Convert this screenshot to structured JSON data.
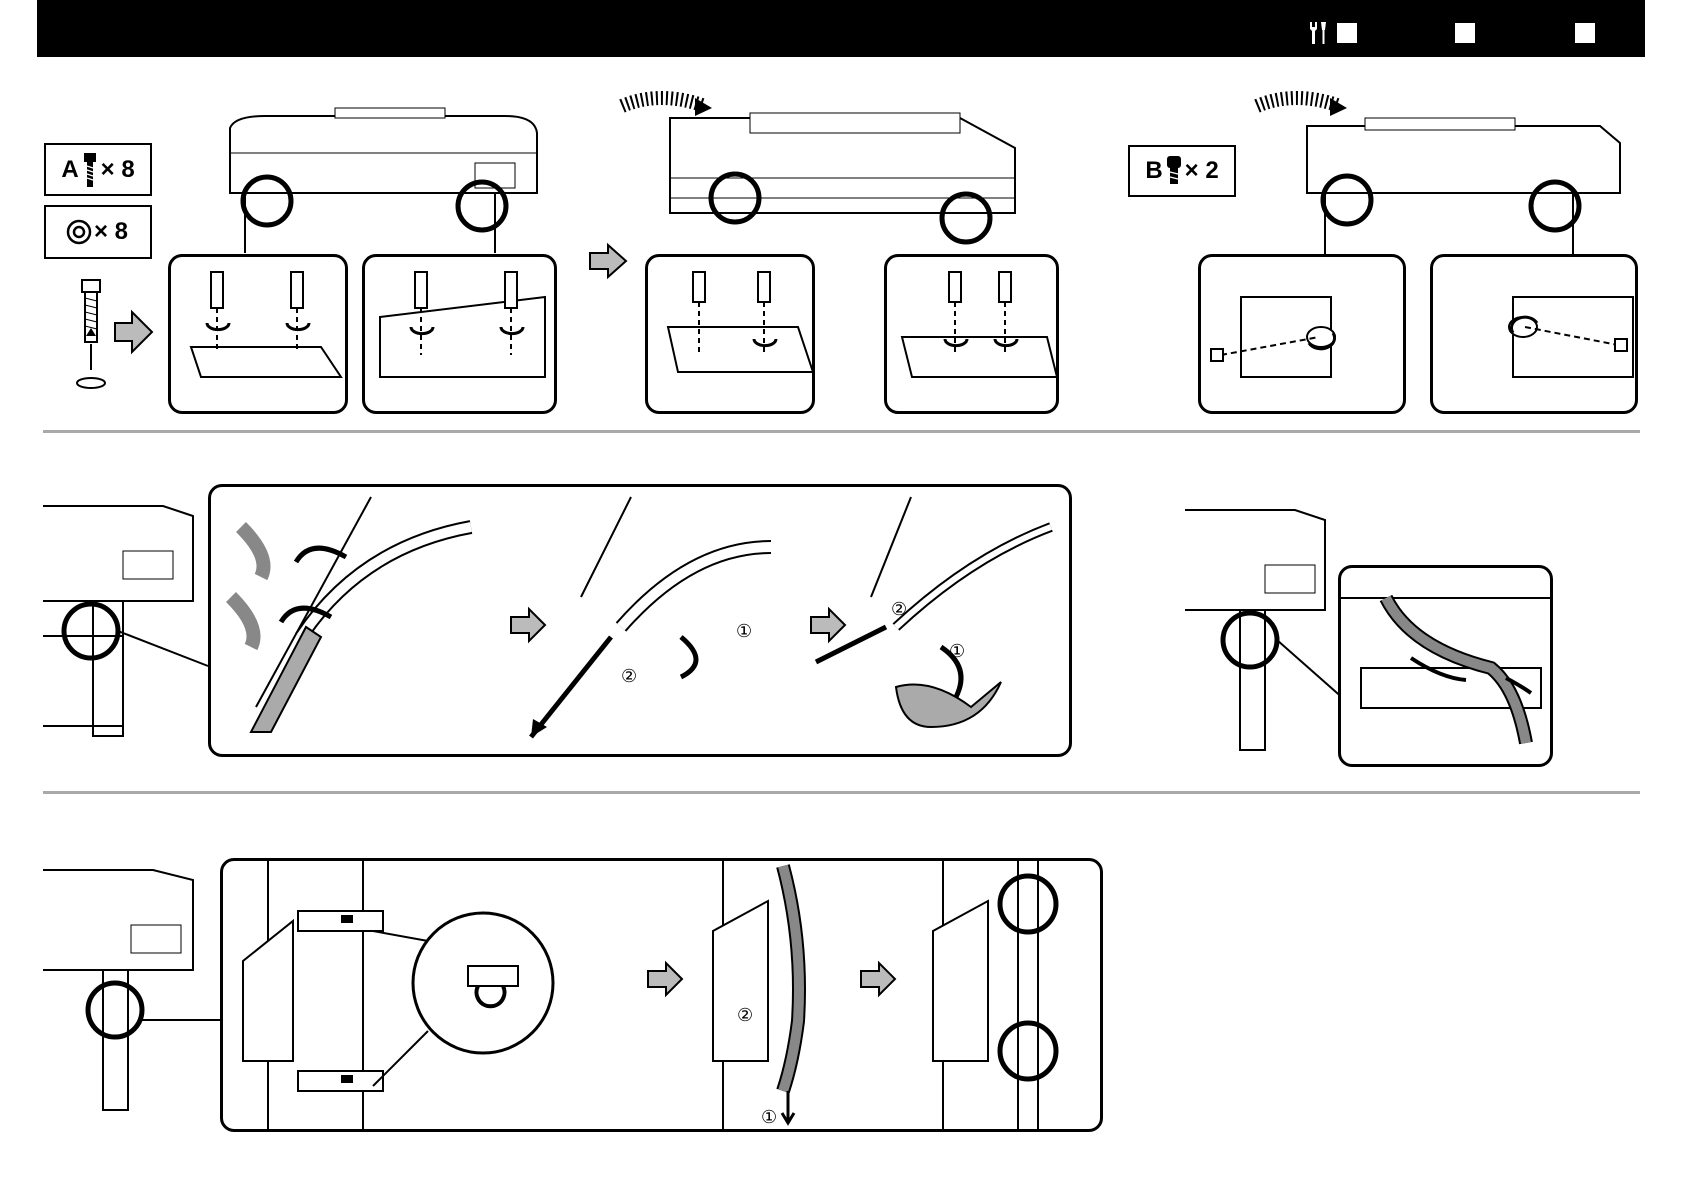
{
  "header": {
    "tool_icon": "wrench-screwdriver-icon",
    "checkboxes": [
      {
        "checked": false
      },
      {
        "checked": false
      },
      {
        "checked": false
      }
    ]
  },
  "parts": {
    "a": {
      "letter": "A",
      "times": "× 8",
      "icon": "bolt-icon"
    },
    "washer": {
      "times": "× 8",
      "icon": "washer-icon"
    },
    "b": {
      "letter": "B",
      "times": "× 2",
      "icon": "screw-icon"
    }
  },
  "steps": {
    "remove_tape": {
      "marks": [
        "②",
        "①",
        "②",
        "①"
      ]
    },
    "route_cable": {
      "marks": [
        "②",
        "①"
      ]
    }
  }
}
